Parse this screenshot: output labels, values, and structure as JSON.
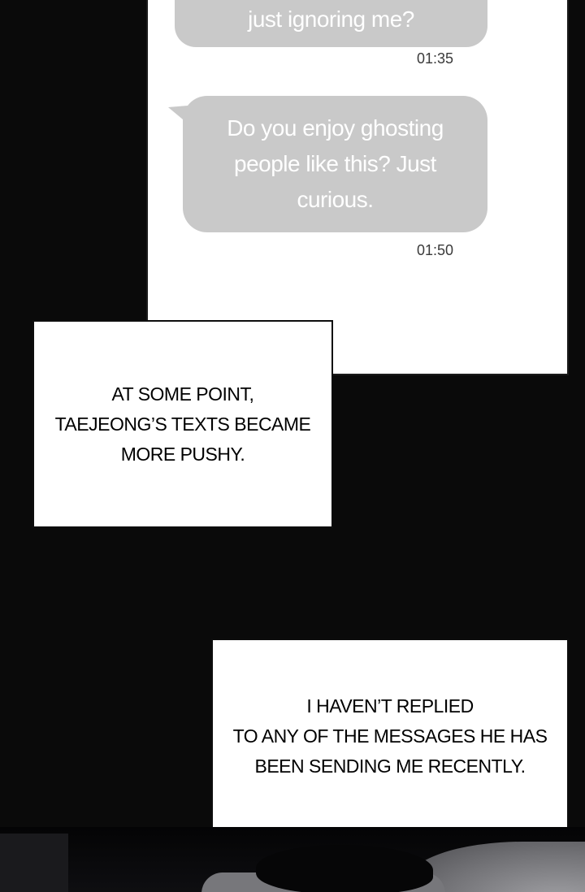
{
  "chat": {
    "messages": [
      {
        "text": "just ignoring me?",
        "time": "01:35"
      },
      {
        "text": "Do you enjoy ghosting\npeople like this? Just\ncurious.",
        "time": "01:50"
      }
    ]
  },
  "captions": [
    {
      "text": "AT SOME POINT,\nTAEJEONG’S TEXTS BECAME\nMORE PUSHY."
    },
    {
      "text": "I HAVEN’T REPLIED\nTO ANY OF THE MESSAGES HE HAS\nBEEN SENDING ME RECENTLY."
    }
  ],
  "colors": {
    "page_background": "#0a0a0a",
    "chat_panel_background": "#ffffff",
    "bubble_background": "#c9c9c9",
    "bubble_text": "#ffffff",
    "timestamp_text": "#3a3a3a",
    "caption_background": "#ffffff",
    "caption_text": "#000000"
  }
}
